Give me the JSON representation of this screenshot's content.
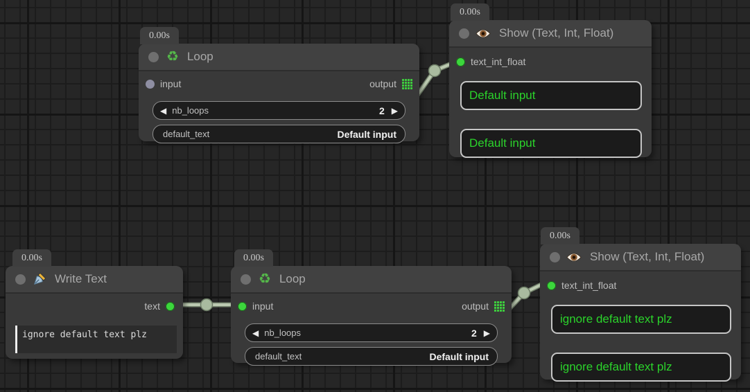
{
  "icons": {
    "recycle": "♻",
    "decrement": "◀",
    "increment": "▶"
  },
  "colors": {
    "node_bg": "#393939",
    "header_bg": "#414141",
    "socket_connected": "#3cd63c",
    "socket_idle": "#8e8ea2",
    "wire": "#bccab1",
    "green_text": "#2bd32b"
  },
  "nodes": {
    "loop_top": {
      "timer": "0.00s",
      "title": "Loop",
      "input_label": "input",
      "output_label": "output",
      "nb_loops_label": "nb_loops",
      "nb_loops_value": "2",
      "default_text_label": "default_text",
      "default_text_value": "Default input"
    },
    "show_top": {
      "timer": "0.00s",
      "title": "Show (Text, Int, Float)",
      "socket_label": "text_int_float",
      "display_1": "Default input",
      "display_2": "Default input"
    },
    "write_text": {
      "timer": "0.00s",
      "title": "Write Text",
      "output_label": "text",
      "text_content": "ignore default text plz"
    },
    "loop_bottom": {
      "timer": "0.00s",
      "title": "Loop",
      "input_label": "input",
      "output_label": "output",
      "nb_loops_label": "nb_loops",
      "nb_loops_value": "2",
      "default_text_label": "default_text",
      "default_text_value": "Default input"
    },
    "show_bottom": {
      "timer": "0.00s",
      "title": "Show (Text, Int, Float)",
      "socket_label": "text_int_float",
      "display_1": "ignore default text plz",
      "display_2": "ignore default text plz"
    }
  }
}
